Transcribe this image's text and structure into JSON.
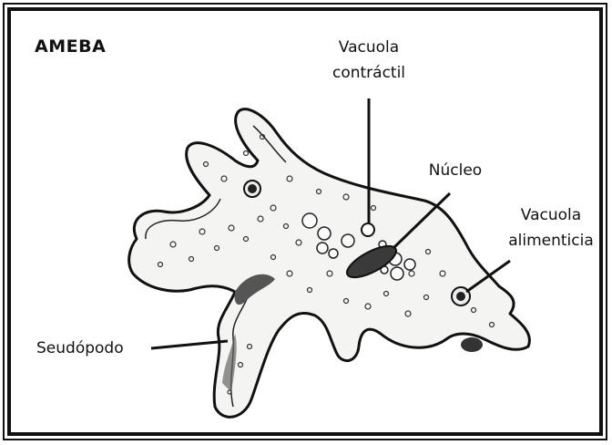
{
  "title": "AMEBA",
  "labels": {
    "contractile_vacuole": [
      "Vacuola",
      "contráctil"
    ],
    "nucleus": "Núcleo",
    "food_vacuole": [
      "Vacuola",
      "alimenticia"
    ],
    "pseudopod": "Seudópodo"
  }
}
